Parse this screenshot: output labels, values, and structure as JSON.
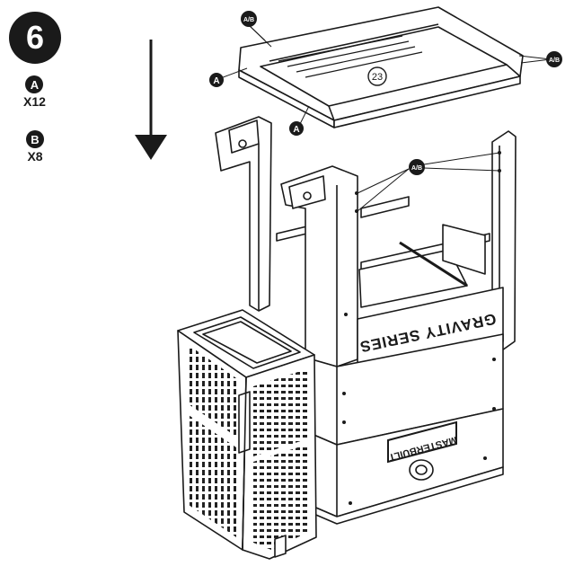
{
  "step": {
    "number": "6"
  },
  "hardware": [
    {
      "letter": "A",
      "qty": "X12"
    },
    {
      "letter": "B",
      "qty": "X8"
    }
  ],
  "callouts": {
    "ab": "A/B",
    "a": "A",
    "part_number": "23"
  },
  "product": {
    "series_text": "GRAVITY SERIES",
    "brand_text": "MASTERBUILT"
  }
}
